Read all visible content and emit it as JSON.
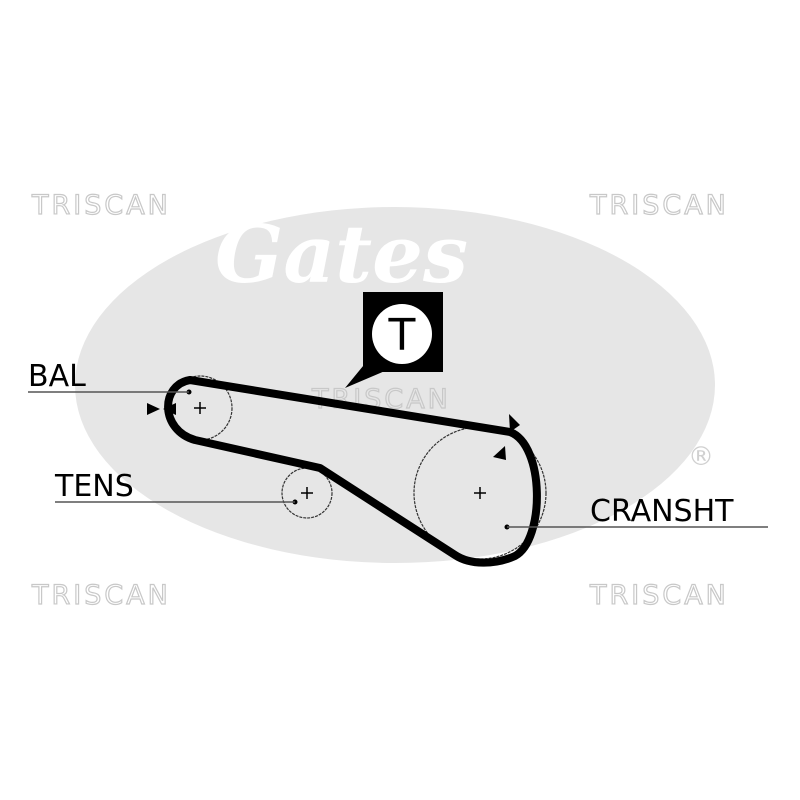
{
  "watermarks": [
    "TRISCAN",
    "TRISCAN",
    "TRISCAN",
    "TRISCAN",
    "TRISCAN"
  ],
  "logo": {
    "text": "Gates",
    "registered": "®"
  },
  "tensioner_badge": "T",
  "labels": {
    "bal": "BAL",
    "tens": "TENS",
    "crank": "CRANSHT"
  },
  "colors": {
    "logo_gray": "#e6e6e6",
    "belt": "#000000",
    "watermark": "#c8c8c8"
  }
}
